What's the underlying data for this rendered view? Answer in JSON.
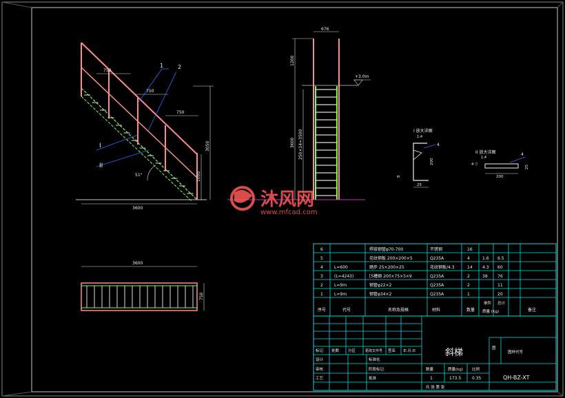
{
  "colors": {
    "background": "#000000",
    "frame": "#c8c8c8",
    "rail": "#ff8c8c",
    "step": "#dcdcdc",
    "stringer": "#7cff3a",
    "leader": "#2f6bff",
    "dimension": "#e0e0e0",
    "table": "#00e0e0",
    "text": "#f0f0f0",
    "ground": "#ff40ff",
    "watermark": "#ff5a5a"
  },
  "side_view": {
    "dim_750_a": "750",
    "dim_750_b": "750",
    "dim_750_c": "750",
    "dim_3600": "3600",
    "dim_3050": "3050",
    "dim_1000": "1000",
    "angle": "51°",
    "callout_1": "1",
    "callout_2": "2",
    "callout_I": "I",
    "callout_II": "II"
  },
  "front_view": {
    "dim_top": "676",
    "dim_1200": "1200",
    "dim_3600": "3600",
    "dim_steps": "250×14=3500",
    "level": "+3.0m"
  },
  "plan_view": {
    "dim_length": "3600",
    "dim_width": "750"
  },
  "detail_I": {
    "title": "I 放大详图",
    "scale": "1:4",
    "dim_200": "200",
    "dim_25": "25",
    "dim_8": "8",
    "weld": "4"
  },
  "detail_II": {
    "title": "II 放大详图",
    "scale": "1:4",
    "dim_200": "200",
    "dim_25": "25",
    "weld": "4",
    "weld_ref": "4 ▽"
  },
  "bom": {
    "rows": [
      {
        "no": "6",
        "code": "",
        "name": "焊接钢管φ70-700",
        "material": "不锈钢",
        "qty": "16",
        "unit": "",
        "total": "",
        "note": ""
      },
      {
        "no": "5",
        "code": "",
        "name": "花纹钢板 200×200×5",
        "material": "Q235A",
        "qty": "4",
        "unit": "1.6",
        "total": "6.5",
        "note": ""
      },
      {
        "no": "4",
        "code": "L=600",
        "name": "踏步 25×200×25",
        "material": "花纹钢板/4.3",
        "qty": "14",
        "unit": "4.3",
        "total": "60",
        "note": ""
      },
      {
        "no": "3",
        "code": "(L=4243)",
        "name": "[5槽钢 200×75×5×9",
        "material": "Q235A",
        "qty": "2",
        "unit": "38",
        "total": "76",
        "note": ""
      },
      {
        "no": "2",
        "code": "L=9m",
        "name": "钢管φ22×2",
        "material": "Q235A",
        "qty": "2",
        "unit": "",
        "total": "11",
        "note": ""
      },
      {
        "no": "1",
        "code": "L=9m",
        "name": "钢管φ34×2",
        "material": "Q235A",
        "qty": "1",
        "unit": "",
        "total": "20",
        "note": ""
      }
    ],
    "header": {
      "no": "序号",
      "code": "代号",
      "name": "名称及规格",
      "material": "材料",
      "qty": "数量",
      "unit_top": "单件",
      "total_top": "总计",
      "weight": "质量 (Kg)",
      "note": "备注"
    }
  },
  "title_block": {
    "title": "斜梯",
    "drawing_no": "QH-BZ-XT",
    "unit_label": "数量",
    "weight_label": "质量(kg)",
    "scale_label": "比例",
    "qty": "1",
    "weight": "173.5",
    "scale": "0.35",
    "sheet_label": "共   张   第   张",
    "labels": {
      "mark": "标记",
      "count": "处数",
      "zone": "分区",
      "change_doc": "更改文件号",
      "sign": "签名",
      "date": "年.月.日",
      "design": "设计",
      "standard": "标准化",
      "check": "审核",
      "approve": "批准",
      "process": "工艺",
      "stage": "阶段标记",
      "company": "图样代号",
      "org": "图"
    }
  },
  "watermark": {
    "cn": "沐风网",
    "url": "www.mfcad.com"
  }
}
